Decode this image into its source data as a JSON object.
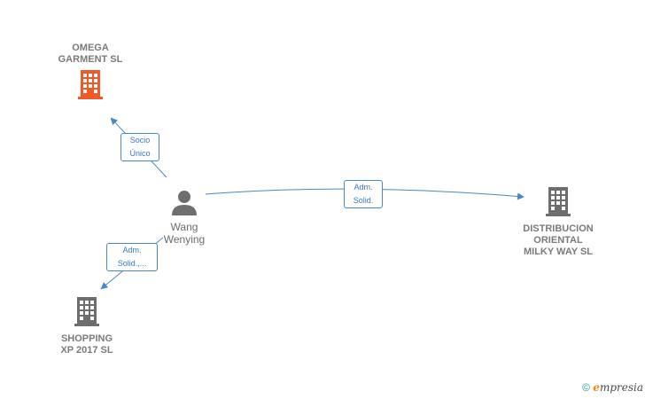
{
  "nodes": {
    "omega": {
      "label": "OMEGA\nGARMENT  SL",
      "color": "#f05a28",
      "icon": "building-icon"
    },
    "distribucion": {
      "label": "DISTRIBUCION\nORIENTAL\nMILKY WAY  SL",
      "color": "#6e6e6e",
      "icon": "building-icon"
    },
    "shopping": {
      "label": "SHOPPING\nXP 2017  SL",
      "color": "#6e6e6e",
      "icon": "building-icon"
    },
    "person": {
      "label": "Wang\nWenying",
      "color": "#6e6e6e",
      "icon": "person-icon"
    }
  },
  "edges": {
    "omega": {
      "label": "Socio\nÚnico"
    },
    "distribucion": {
      "label": "Adm.\nSolid."
    },
    "shopping": {
      "label": "Adm.\nSolid.,..."
    }
  },
  "colors": {
    "edge": "#4a86c8"
  },
  "footer": {
    "copyright": "©",
    "brand_initial": "e",
    "brand_rest": "mpresia"
  }
}
